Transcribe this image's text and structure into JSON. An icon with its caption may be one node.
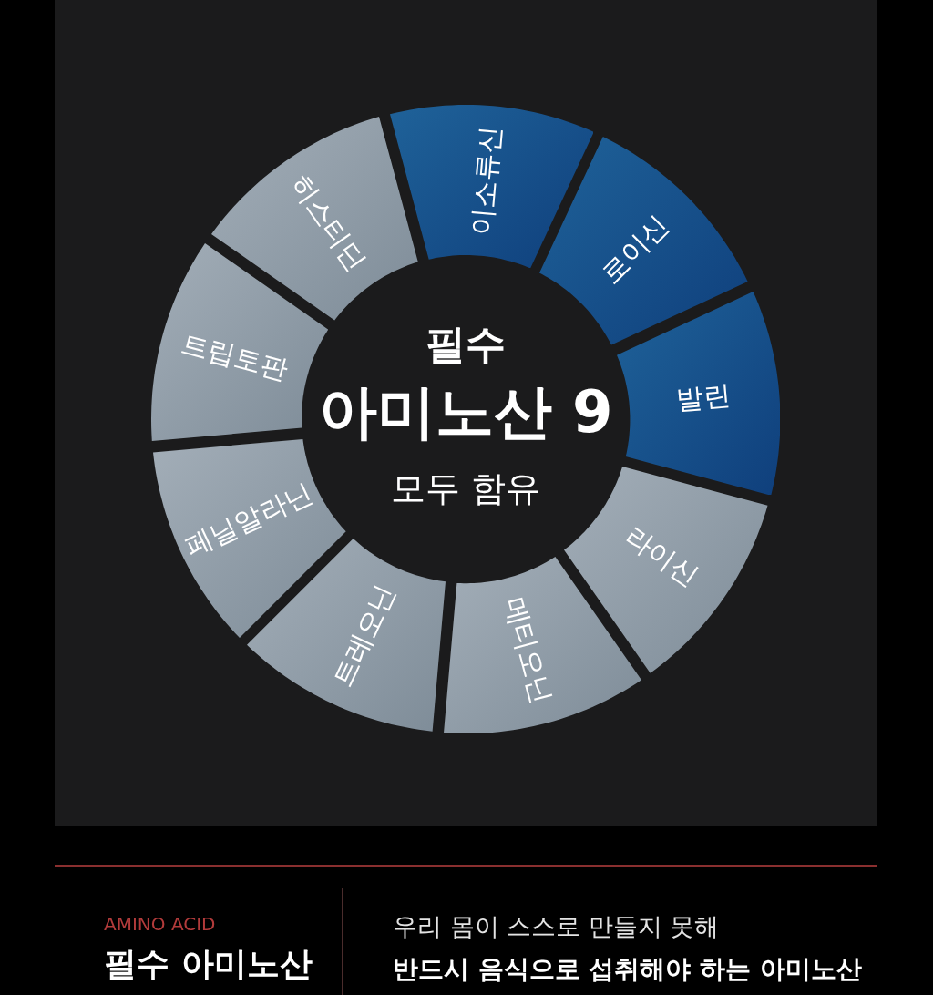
{
  "diagram": {
    "nodes": [
      {
        "text": [
          "이소류신"
        ]
      },
      {
        "text": [
          "로이신"
        ]
      },
      {
        "text": [
          "발린"
        ]
      },
      {
        "text": [
          "라이신"
        ]
      },
      {
        "text": [
          "메티오닌"
        ]
      },
      {
        "text": [
          "트레오닌"
        ]
      },
      {
        "text": [
          "페닐알라닌"
        ]
      },
      {
        "text": [
          "트립토판"
        ]
      },
      {
        "text": [
          "히스티딘"
        ]
      },
      {
        "text": [
          "필수",
          "아미노산 9",
          "모두 함유"
        ]
      }
    ],
    "labels": [
      "AMINO ACID",
      "필수 아미노산",
      "우리 몸이 스스로 만들지 못해",
      "반드시 음식으로 섭취해야 하는 아미노산"
    ]
  }
}
